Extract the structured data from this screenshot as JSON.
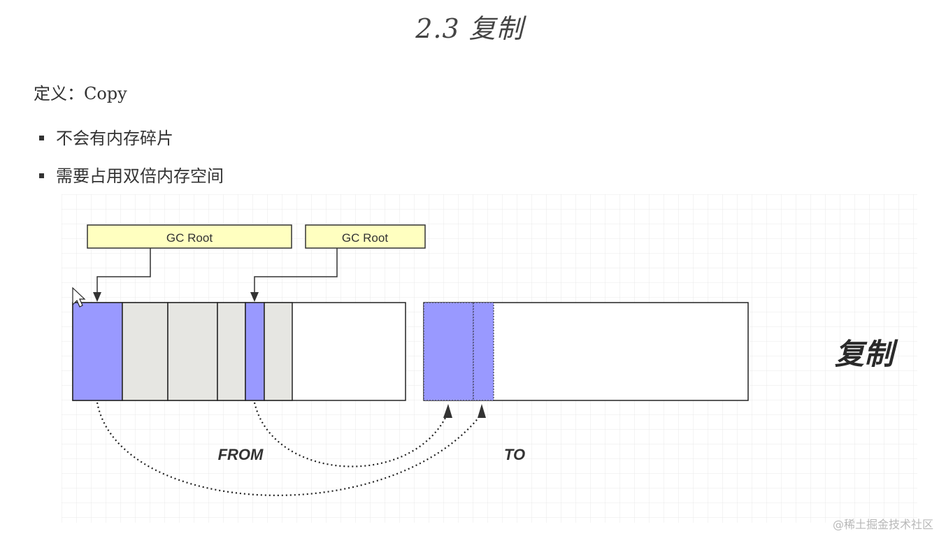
{
  "title": "2.3 复制",
  "definition": "定义：Copy",
  "bullets": [
    "不会有内存碎片",
    "需要占用双倍内存空间"
  ],
  "diagram": {
    "gc_root_labels": [
      "GC Root",
      "GC Root"
    ],
    "from_label": "FROM",
    "to_label": "TO",
    "side_label": "复制",
    "colors": {
      "live_object": "#9999ff",
      "dead_object": "#e6e6e2",
      "label_box": "#ffffc0",
      "grid": "#e8e8e8",
      "border": "#222222"
    }
  },
  "watermark": "@稀土掘金技术社区"
}
